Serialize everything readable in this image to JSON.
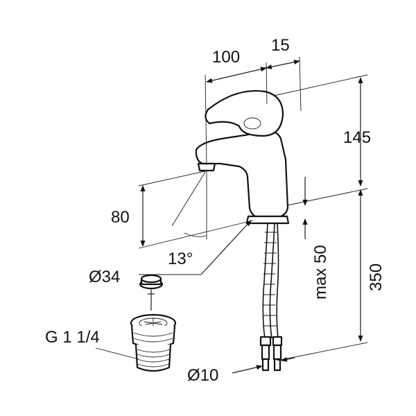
{
  "drawing": {
    "dimensions": {
      "width_100": "100",
      "offset_15": "15",
      "height_145": "145",
      "spout_height_80": "80",
      "angle_13": "13°",
      "base_dia_34": "Ø34",
      "thread_g114": "G 1 1/4",
      "max_50": "max 50",
      "hose_350": "350",
      "hose_dia_10": "Ø10"
    }
  }
}
